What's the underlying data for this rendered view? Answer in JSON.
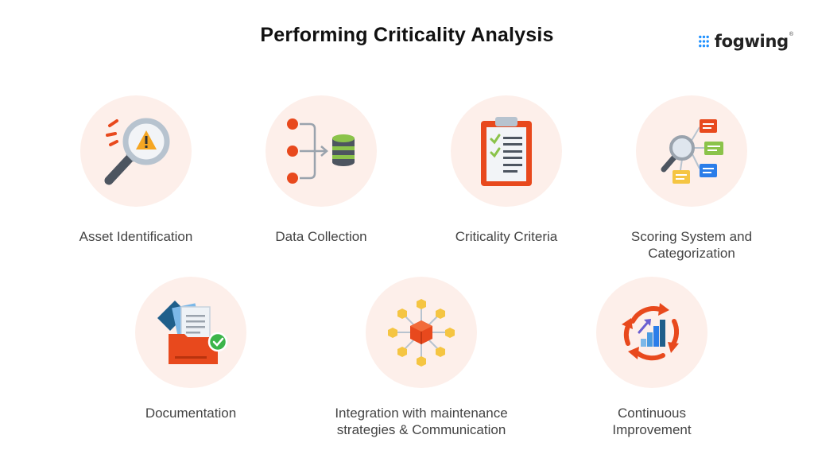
{
  "title": "Performing Criticality Analysis",
  "logo": {
    "text": "fogwing",
    "mark": "®",
    "color": "#1e90ff"
  },
  "steps": [
    {
      "label": "Asset Identification",
      "icon": "magnifier-warning-icon"
    },
    {
      "label": "Data Collection",
      "icon": "data-flow-database-icon"
    },
    {
      "label": "Criticality Criteria",
      "icon": "clipboard-checklist-icon"
    },
    {
      "label_line1": "Scoring System and",
      "label_line2": "Categorization",
      "icon": "magnifier-categories-icon"
    },
    {
      "label": "Documentation",
      "icon": "folder-documents-icon"
    },
    {
      "label_line1": "Integration with maintenance",
      "label_line2": "strategies & Communication",
      "icon": "network-cube-icon"
    },
    {
      "label_line1": "Continuous",
      "label_line2": "Improvement",
      "icon": "cycle-growth-icon"
    }
  ],
  "colors": {
    "circle": "#fdefea",
    "accent": "#e8491d",
    "blue": "#2b7de9",
    "gray": "#4d5560"
  }
}
